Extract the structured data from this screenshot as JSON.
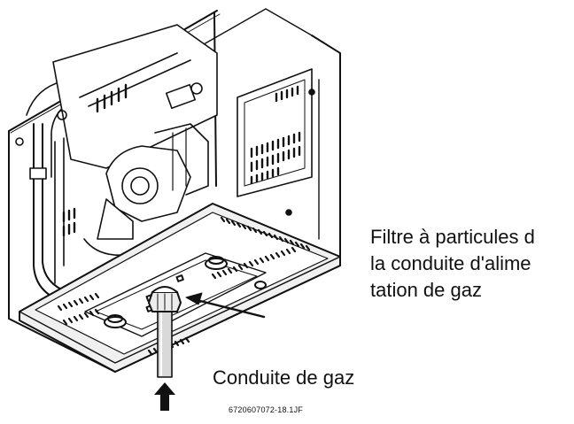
{
  "labels": {
    "filter_line1": "Filtre à particules d",
    "filter_line2": "la conduite d'alime",
    "filter_line3": "tation de gaz",
    "gas_pipe": "Conduite de gaz",
    "reference": "6720607072-18.1JF"
  },
  "colors": {
    "line": "#111111",
    "background": "#ffffff",
    "pipe_fill": "#d9d9d9",
    "panel_fill": "#f0f0f0"
  },
  "icons": {
    "filter_arrow": "arrow-pointer",
    "gas_flow_arrow": "arrow-up"
  }
}
